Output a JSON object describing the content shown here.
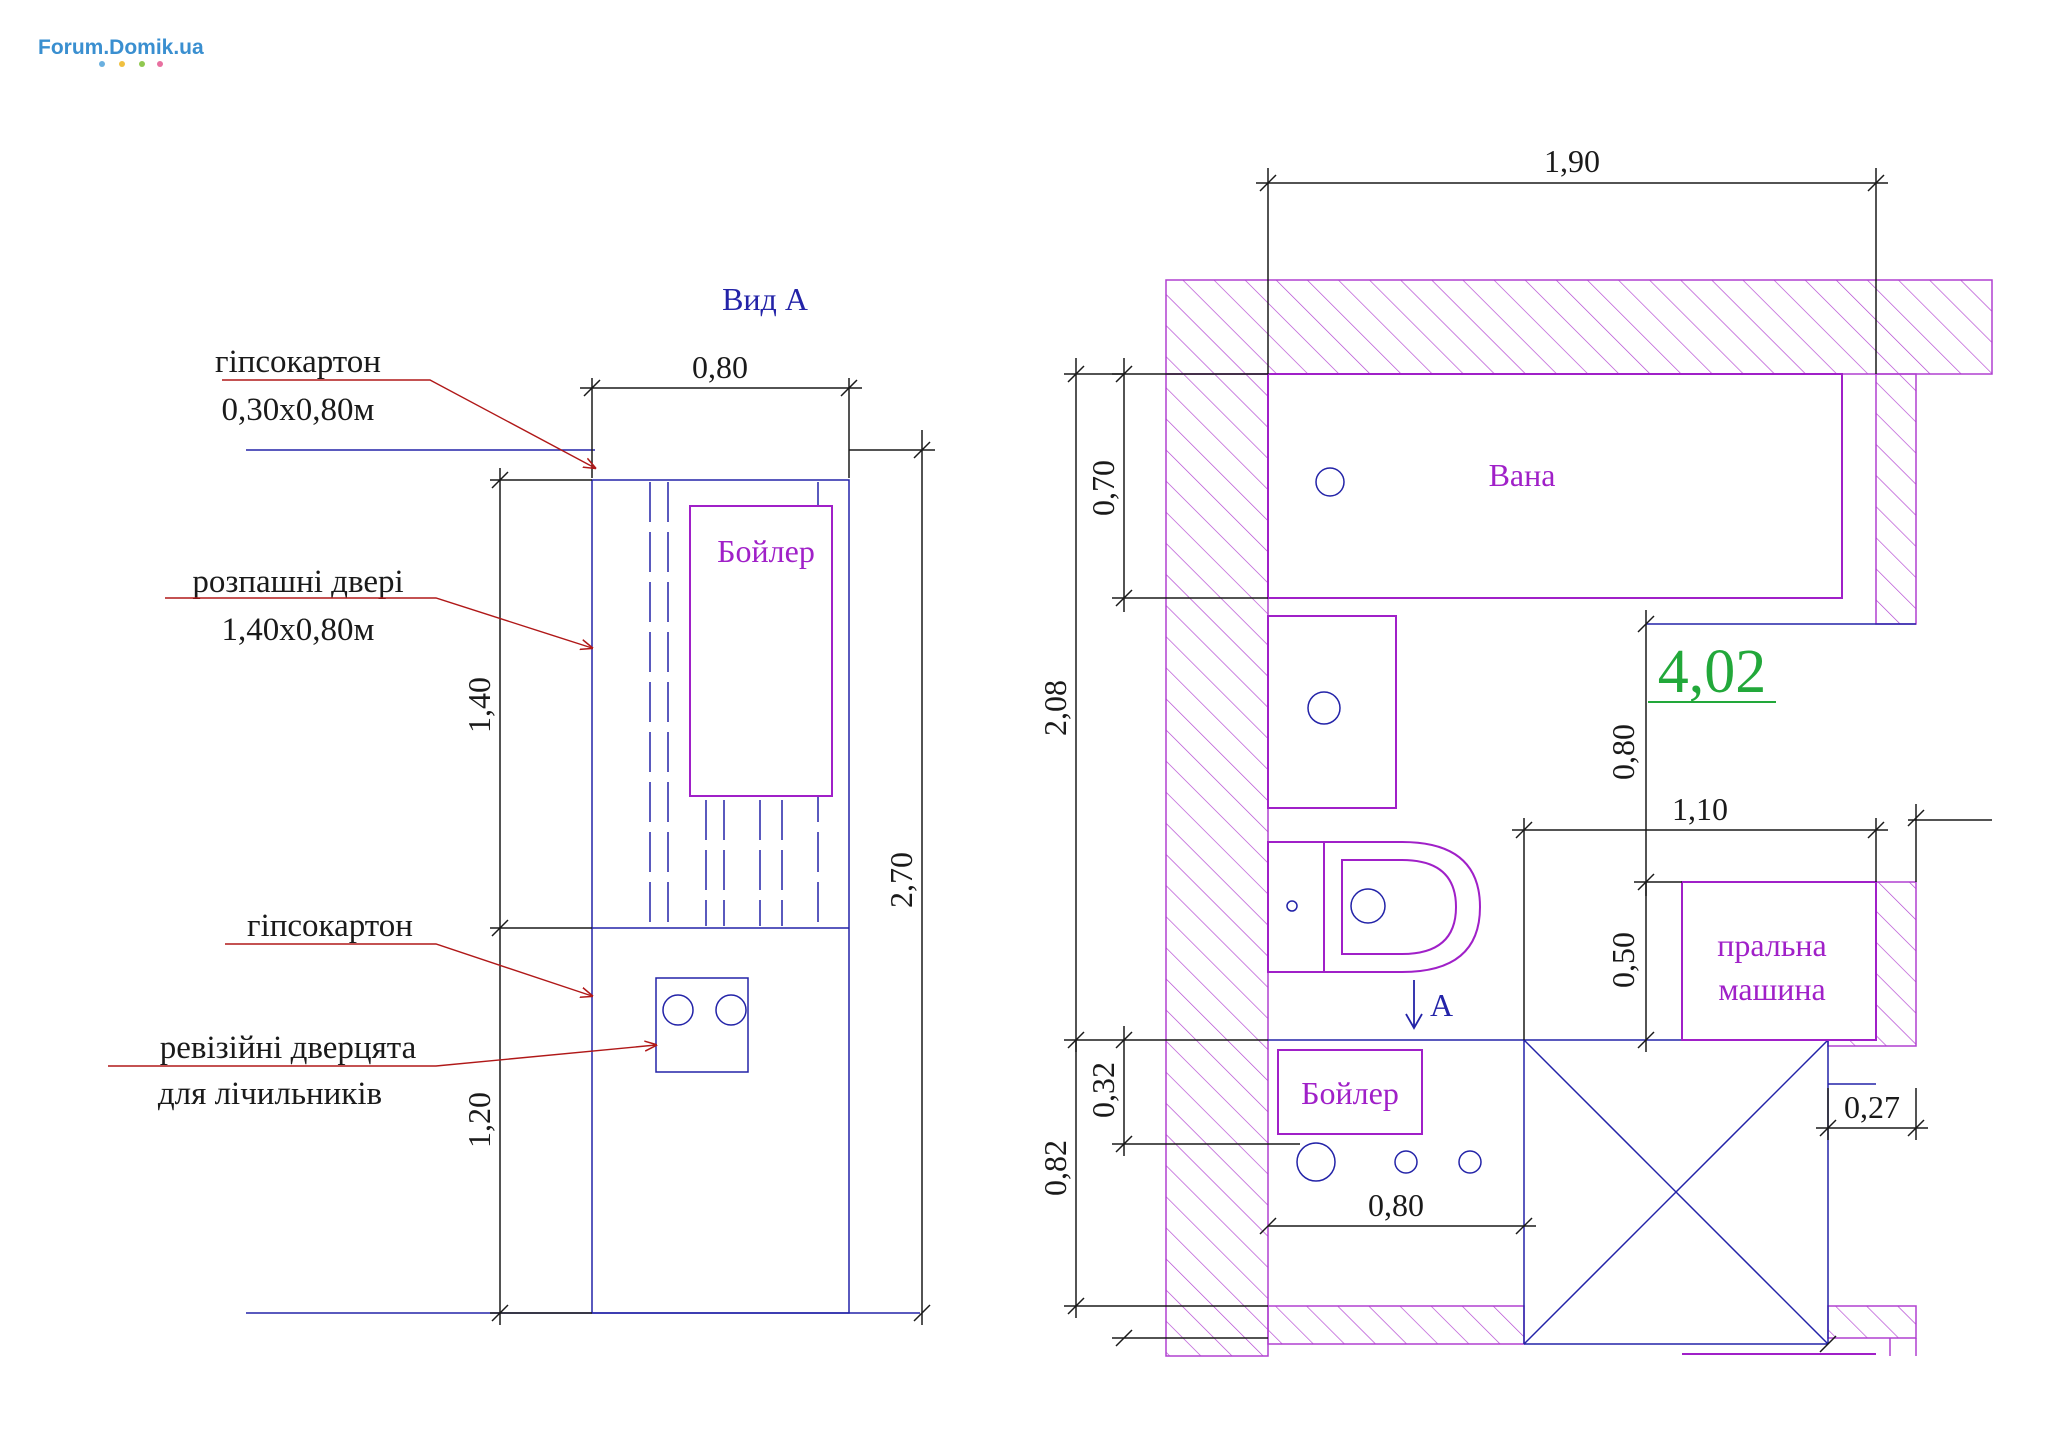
{
  "watermark": {
    "text": "Forum.Domik.ua"
  },
  "colors": {
    "line": "#1a1a1a",
    "blue": "#2323a8",
    "magenta": "#a020c8",
    "hatch": "#b040d0",
    "leader": "#b01818",
    "green": "#22a83a",
    "logo": "#3a8fd0"
  },
  "elevation": {
    "view_title": "Вид А",
    "labels": {
      "drywall_top_1": "гіпсокартон",
      "drywall_top_2": "0,30x0,80м",
      "door_1": "розпашні двері",
      "door_2": "1,40x0,80м",
      "drywall_bottom": "гіпсокартон",
      "hatch_1": "ревізійні дверцята",
      "hatch_2": "для лічильників",
      "boiler": "Бойлер"
    },
    "dims": {
      "width": "0,80",
      "door_height": "1,40",
      "lower_height": "1,20",
      "total_height": "2,70"
    }
  },
  "plan": {
    "labels": {
      "bath": "Вана",
      "boiler": "Бойлер",
      "washer_1": "пральна",
      "washer_2": "машина",
      "view_marker": "A",
      "area": "4,02"
    },
    "dims": {
      "top_width": "1,90",
      "bath_depth": "0,70",
      "left_height": "2,08",
      "corridor": "0,80",
      "washer_width": "1,10",
      "washer_depth": "0,50",
      "boiler_offset": "0,32",
      "bottom_left": "0,82",
      "boiler_width": "0,80",
      "pier": "0,27"
    }
  }
}
